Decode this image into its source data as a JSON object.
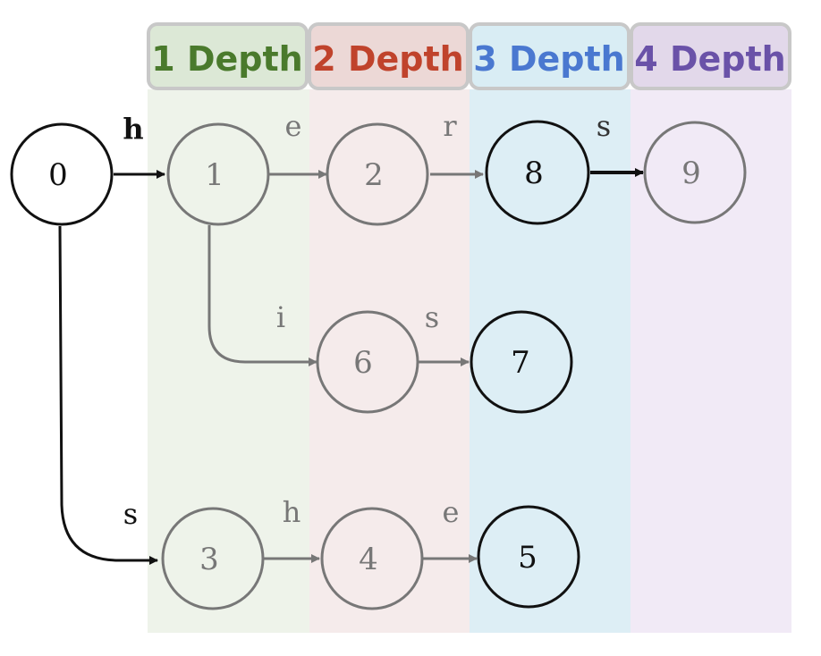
{
  "headers": [
    {
      "label": "1 Depth",
      "fill": "#dce8d6",
      "text_color": "#4a7a2c"
    },
    {
      "label": "2 Depth",
      "fill": "#ecd8d6",
      "text_color": "#c0432c"
    },
    {
      "label": "3 Depth",
      "fill": "#d9edf4",
      "text_color": "#4a78d0"
    },
    {
      "label": "4 Depth",
      "fill": "#e2d8ea",
      "text_color": "#6a52a8"
    }
  ],
  "band_colors": [
    "#eef3ea",
    "#f5ebeb",
    "#ddeef5",
    "#f1eaf6"
  ],
  "nodes": [
    "0",
    "1",
    "2",
    "8",
    "9",
    "6",
    "7",
    "3",
    "4",
    "5"
  ],
  "edges": [
    {
      "from": "0",
      "to": "1",
      "label": "h"
    },
    {
      "from": "1",
      "to": "2",
      "label": "e"
    },
    {
      "from": "2",
      "to": "8",
      "label": "r"
    },
    {
      "from": "8",
      "to": "9",
      "label": "s"
    },
    {
      "from": "1",
      "to": "6",
      "label": "i"
    },
    {
      "from": "6",
      "to": "7",
      "label": "s"
    },
    {
      "from": "0",
      "to": "3",
      "label": "s"
    },
    {
      "from": "3",
      "to": "4",
      "label": "h"
    },
    {
      "from": "4",
      "to": "5",
      "label": "e"
    }
  ],
  "colors": {
    "stroke_dark": "#111111",
    "stroke_gray": "#777777",
    "header_border": "#c8c8c8"
  }
}
